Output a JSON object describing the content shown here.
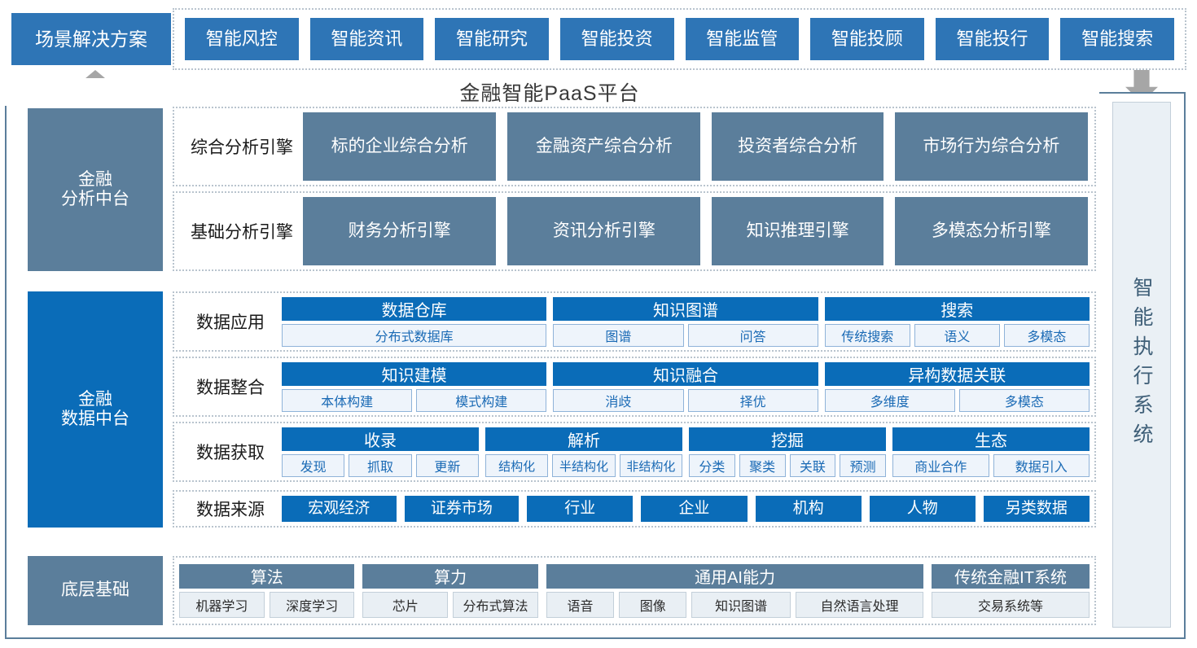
{
  "platform_title": "金融智能PaaS平台",
  "colors": {
    "scenario_blue": "#2e75b6",
    "steel_blue": "#5b7e9b",
    "bright_blue": "#0a6cb8",
    "sub_fill": "#eef4fb",
    "arrow_gray": "#a6a6a6",
    "frame_border": "#5b7e9b"
  },
  "scenario": {
    "label": "场景解决方案",
    "items": [
      {
        "label": "智能风控"
      },
      {
        "label": "智能资讯"
      },
      {
        "label": "智能研究"
      },
      {
        "label": "智能投资"
      },
      {
        "label": "智能监管"
      },
      {
        "label": "智能投顾"
      },
      {
        "label": "智能投行"
      },
      {
        "label": "智能搜索"
      }
    ]
  },
  "analysis_platform": {
    "pillar_line1": "金融",
    "pillar_line2": "分析中台",
    "rows": [
      {
        "label": "综合分析引擎",
        "cells": [
          {
            "label": "标的企业综合分析",
            "flex": 1.06
          },
          {
            "label": "金融资产综合分析",
            "flex": 1.06
          },
          {
            "label": "投资者综合分析",
            "flex": 0.94
          },
          {
            "label": "市场行为综合分析",
            "flex": 1.06
          }
        ]
      },
      {
        "label": "基础分析引擎",
        "cells": [
          {
            "label": "财务分析引擎",
            "flex": 1.06
          },
          {
            "label": "资讯分析引擎",
            "flex": 1.06
          },
          {
            "label": "知识推理引擎",
            "flex": 0.94
          },
          {
            "label": "多模态分析引擎",
            "flex": 1.06
          }
        ]
      }
    ]
  },
  "data_platform": {
    "pillar_line1": "金融",
    "pillar_line2": "数据中台",
    "rows": [
      {
        "label": "数据应用",
        "groups": [
          {
            "head": "数据仓库",
            "flex": 3.25,
            "subs": [
              "分布式数据库"
            ]
          },
          {
            "head": "知识图谱",
            "flex": 3.25,
            "subs": [
              "图谱",
              "问答"
            ]
          },
          {
            "head": "搜索",
            "flex": 3.25,
            "subs": [
              "传统搜索",
              "语义",
              "多模态"
            ]
          }
        ]
      },
      {
        "label": "数据整合",
        "groups": [
          {
            "head": "知识建模",
            "flex": 3.25,
            "subs": [
              "本体构建",
              "模式构建"
            ]
          },
          {
            "head": "知识融合",
            "flex": 3.25,
            "subs": [
              "消歧",
              "择优"
            ]
          },
          {
            "head": "异构数据关联",
            "flex": 3.25,
            "subs": [
              "多维度",
              "多模态"
            ]
          }
        ]
      },
      {
        "label": "数据获取",
        "groups": [
          {
            "head": "收录",
            "flex": 2.4,
            "subs": [
              "发现",
              "抓取",
              "更新"
            ]
          },
          {
            "head": "解析",
            "flex": 2.4,
            "subs": [
              "结构化",
              "半结构化",
              "非结构化"
            ]
          },
          {
            "head": "挖掘",
            "flex": 2.4,
            "subs": [
              "分类",
              "聚类",
              "关联",
              "预测"
            ]
          },
          {
            "head": "生态",
            "flex": 2.4,
            "subs": [
              "商业合作",
              "数据引入"
            ]
          }
        ]
      }
    ],
    "source_row": {
      "label": "数据来源",
      "items": [
        {
          "label": "宏观经济",
          "flex": 1.08
        },
        {
          "label": "证券市场",
          "flex": 1.08
        },
        {
          "label": "行业",
          "flex": 1.0
        },
        {
          "label": "企业",
          "flex": 1.0
        },
        {
          "label": "机构",
          "flex": 1.0
        },
        {
          "label": "人物",
          "flex": 1.0
        },
        {
          "label": "另类数据",
          "flex": 1.0
        }
      ]
    }
  },
  "foundation": {
    "pillar_label": "底层基础",
    "groups": [
      {
        "head": "算法",
        "flex": 2.0,
        "subs": [
          "机器学习",
          "深度学习"
        ]
      },
      {
        "head": "算力",
        "flex": 2.0,
        "subs": [
          "芯片",
          "分布式算法"
        ]
      },
      {
        "head": "通用AI能力",
        "flex": 4.3,
        "subs": [
          "语音",
          "图像",
          "知识图谱",
          "自然语言处理"
        ]
      },
      {
        "head": "传统金融IT系统",
        "flex": 1.8,
        "subs": [
          "交易系统等"
        ]
      }
    ]
  },
  "exec_system": {
    "label": "智能执行系统"
  }
}
